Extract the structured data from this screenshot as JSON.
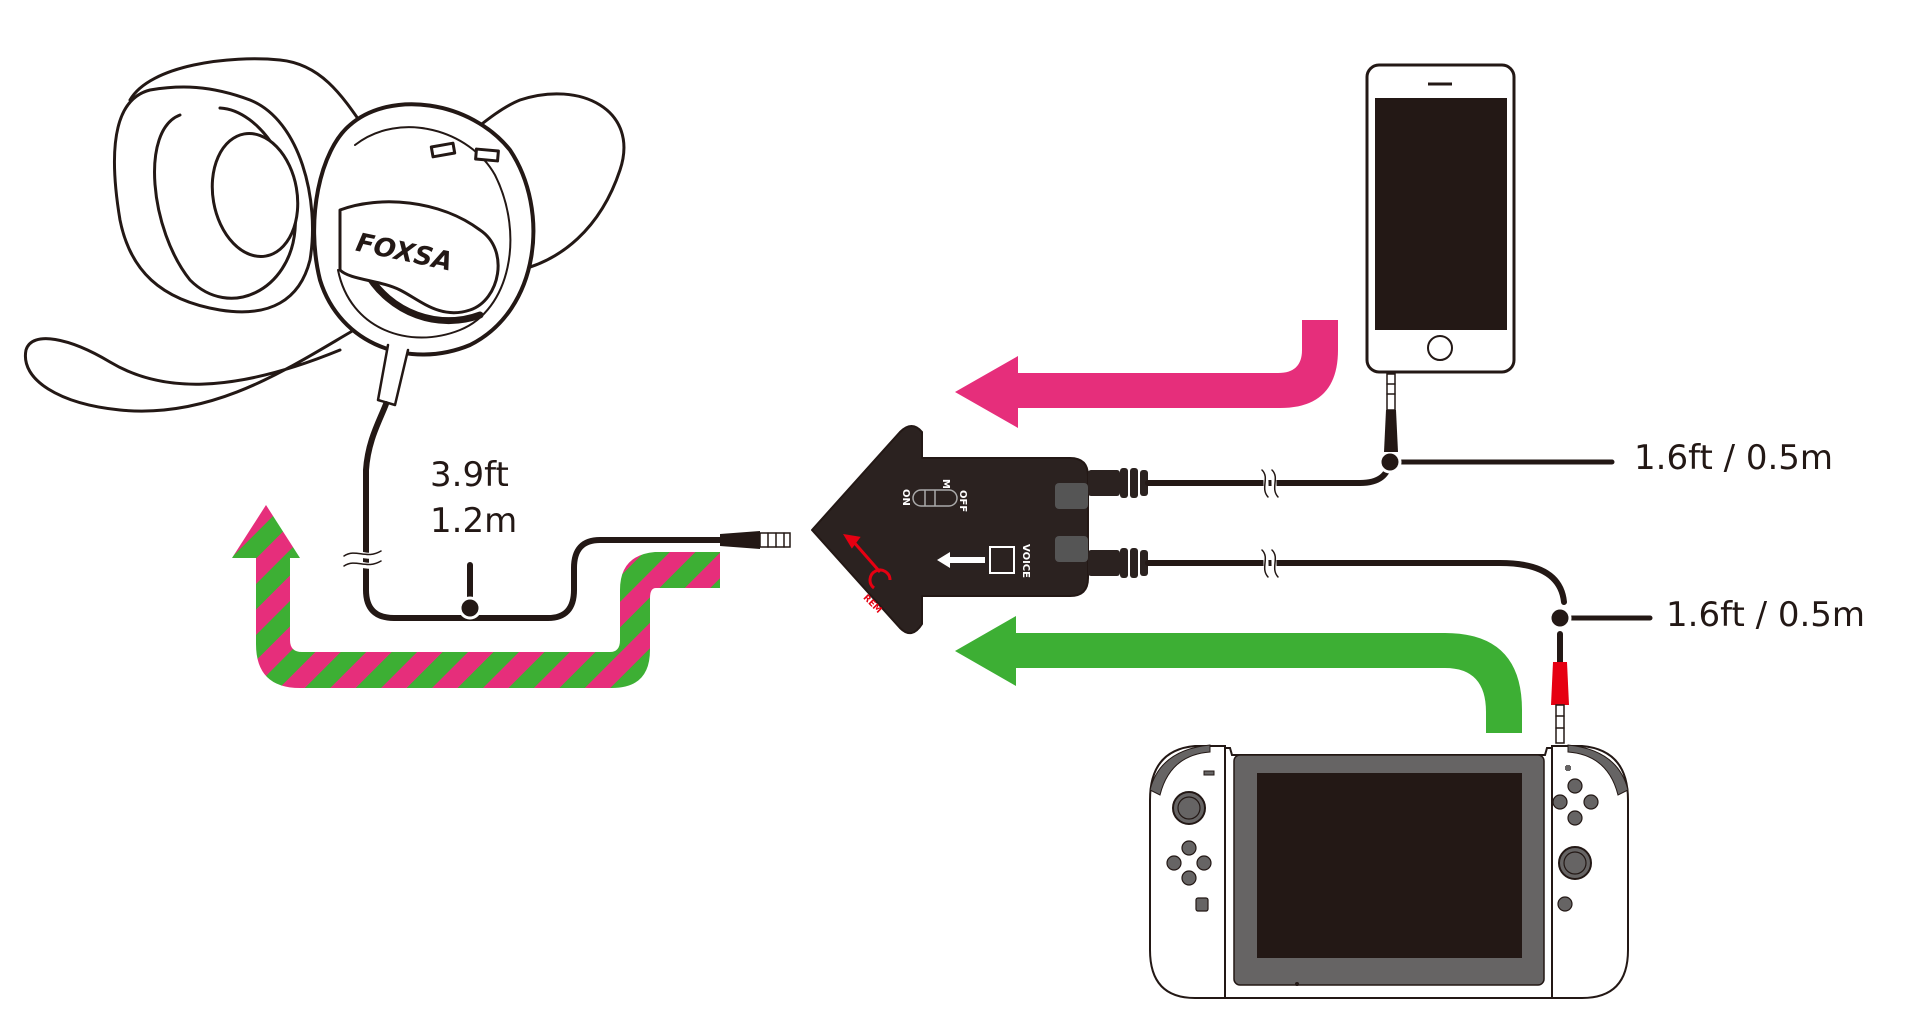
{
  "title": "Headset adapter connection diagram",
  "colors": {
    "pink_arrow": "#e62e7b",
    "green_arrow": "#3daf34",
    "ink": "#231815",
    "adapter_body": "#2b2220",
    "plug_red": "#e60012",
    "screen_bezel": "#666464"
  },
  "headset": {
    "brand": "FOXSA",
    "cable_length_ft": "3.9ft",
    "cable_length_m": "1.2m"
  },
  "adapter": {
    "mic_label": "MIC",
    "on_label": "ON",
    "off_label": "OFF",
    "voice_label": "VOICE",
    "headset_port_label": "REM"
  },
  "phone_cable": {
    "length": "1.6ft / 0.5m"
  },
  "switch_cable": {
    "length": "1.6ft / 0.5m"
  },
  "arrows": [
    {
      "name": "phone-audio-flow",
      "color": "pink",
      "direction": "left"
    },
    {
      "name": "console-audio-flow",
      "color": "green",
      "direction": "left"
    },
    {
      "name": "combined-to-headset-flow",
      "color": "pink-green-striped",
      "direction": "up"
    }
  ],
  "icons": {
    "headset": "headset-illustration",
    "phone": "smartphone-illustration",
    "console": "handheld-console-illustration",
    "adapter": "splitter-adapter-illustration"
  }
}
